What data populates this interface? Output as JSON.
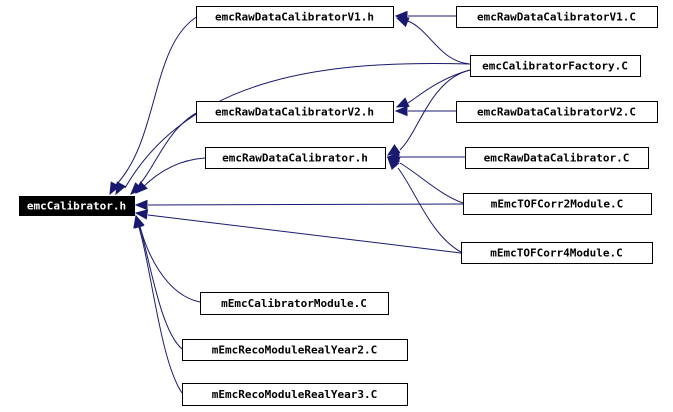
{
  "diagram": {
    "nodes": [
      {
        "id": "root",
        "label": "emcCalibrator.h",
        "root": true
      },
      {
        "id": "v1h",
        "label": "emcRawDataCalibratorV1.h"
      },
      {
        "id": "v1c",
        "label": "emcRawDataCalibratorV1.C"
      },
      {
        "id": "fac",
        "label": "emcCalibratorFactory.C"
      },
      {
        "id": "v2h",
        "label": "emcRawDataCalibratorV2.h"
      },
      {
        "id": "v2c",
        "label": "emcRawDataCalibratorV2.C"
      },
      {
        "id": "rdh",
        "label": "emcRawDataCalibrator.h"
      },
      {
        "id": "rdc",
        "label": "emcRawDataCalibrator.C"
      },
      {
        "id": "tof2",
        "label": "mEmcTOFCorr2Module.C"
      },
      {
        "id": "tof4",
        "label": "mEmcTOFCorr4Module.C"
      },
      {
        "id": "calm",
        "label": "mEmcCalibratorModule.C"
      },
      {
        "id": "ry2",
        "label": "mEmcRecoModuleRealYear2.C"
      },
      {
        "id": "ry3",
        "label": "mEmcRecoModuleRealYear3.C"
      }
    ],
    "edges": [
      {
        "from": "v1h",
        "to": "root"
      },
      {
        "from": "fac",
        "to": "root"
      },
      {
        "from": "v2h",
        "to": "root"
      },
      {
        "from": "rdh",
        "to": "root"
      },
      {
        "from": "tof2",
        "to": "root"
      },
      {
        "from": "tof4",
        "to": "root"
      },
      {
        "from": "calm",
        "to": "root"
      },
      {
        "from": "ry2",
        "to": "root"
      },
      {
        "from": "ry3",
        "to": "root"
      },
      {
        "from": "v1c",
        "to": "v1h"
      },
      {
        "from": "fac",
        "to": "v1h"
      },
      {
        "from": "v2c",
        "to": "v2h"
      },
      {
        "from": "fac",
        "to": "v2h"
      },
      {
        "from": "rdc",
        "to": "rdh"
      },
      {
        "from": "fac",
        "to": "rdh"
      },
      {
        "from": "tof2",
        "to": "rdh"
      },
      {
        "from": "tof4",
        "to": "rdh"
      }
    ]
  }
}
